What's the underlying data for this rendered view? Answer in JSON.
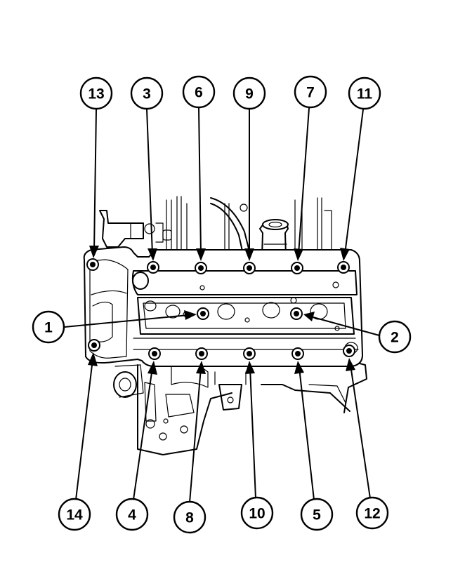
{
  "diagram": {
    "callouts": [
      {
        "id": "callout-13",
        "label": "13"
      },
      {
        "id": "callout-3",
        "label": "3"
      },
      {
        "id": "callout-6",
        "label": "6"
      },
      {
        "id": "callout-9",
        "label": "9"
      },
      {
        "id": "callout-7",
        "label": "7"
      },
      {
        "id": "callout-11",
        "label": "11"
      },
      {
        "id": "callout-1",
        "label": "1"
      },
      {
        "id": "callout-2",
        "label": "2"
      },
      {
        "id": "callout-14",
        "label": "14"
      },
      {
        "id": "callout-4",
        "label": "4"
      },
      {
        "id": "callout-8",
        "label": "8"
      },
      {
        "id": "callout-10",
        "label": "10"
      },
      {
        "id": "callout-5",
        "label": "5"
      },
      {
        "id": "callout-12",
        "label": "12"
      }
    ]
  }
}
